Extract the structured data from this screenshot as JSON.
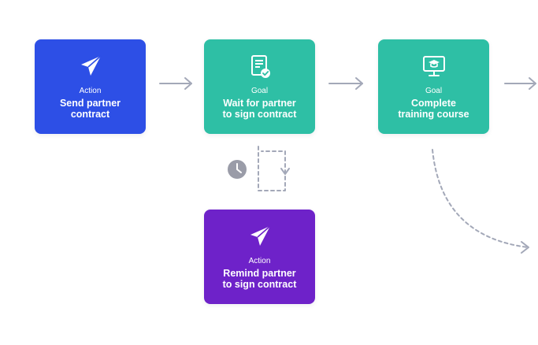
{
  "colors": {
    "action": "#2d4fe6",
    "goal": "#2ebfa5",
    "reminder": "#6e22c9",
    "connector": "#a3a8b8",
    "clock": "#9a9ca8"
  },
  "nodes": [
    {
      "kind": "Action",
      "title_line1": "Send partner",
      "title_line2": "contract",
      "icon": "paper-plane-icon"
    },
    {
      "kind": "Goal",
      "title_line1": "Wait for partner",
      "title_line2": "to sign contract",
      "icon": "contract-signed-icon"
    },
    {
      "kind": "Goal",
      "title_line1": "Complete",
      "title_line2": "training course",
      "icon": "graduation-monitor-icon"
    },
    {
      "kind": "Action",
      "title_line1": "Remind partner",
      "title_line2": "to sign contract",
      "icon": "paper-plane-icon"
    }
  ],
  "delay_icon": "clock-icon"
}
